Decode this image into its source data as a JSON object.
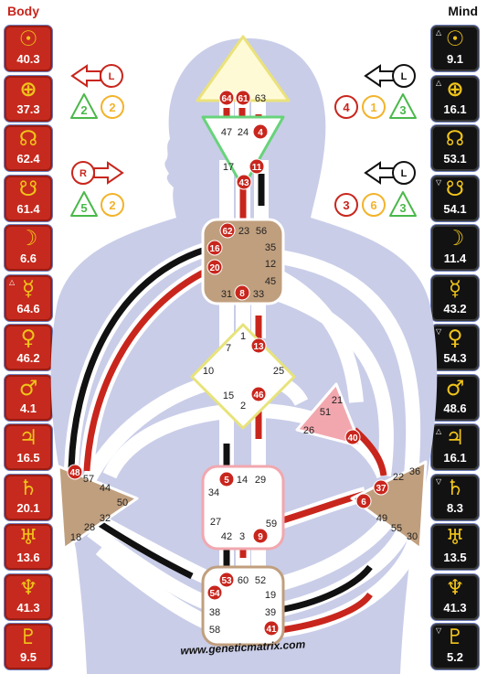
{
  "titles": {
    "body": "Body",
    "mind": "Mind"
  },
  "body_planets": [
    {
      "symbol": "☉",
      "value": "40.3",
      "arrow": ""
    },
    {
      "symbol": "⊕",
      "value": "37.3",
      "arrow": ""
    },
    {
      "symbol": "☊",
      "value": "62.4",
      "arrow": ""
    },
    {
      "symbol": "☋",
      "value": "61.4",
      "arrow": ""
    },
    {
      "symbol": "☽",
      "value": "6.6",
      "arrow": ""
    },
    {
      "symbol": "☿",
      "value": "64.6",
      "arrow": "△"
    },
    {
      "symbol": "♀",
      "value": "46.2",
      "arrow": ""
    },
    {
      "symbol": "♂",
      "value": "4.1",
      "arrow": ""
    },
    {
      "symbol": "♃",
      "value": "16.5",
      "arrow": ""
    },
    {
      "symbol": "♄",
      "value": "20.1",
      "arrow": ""
    },
    {
      "symbol": "♅",
      "value": "13.6",
      "arrow": ""
    },
    {
      "symbol": "♆",
      "value": "41.3",
      "arrow": ""
    },
    {
      "symbol": "♇",
      "value": "9.5",
      "arrow": ""
    }
  ],
  "mind_planets": [
    {
      "symbol": "☉",
      "value": "9.1",
      "arrow": "△"
    },
    {
      "symbol": "⊕",
      "value": "16.1",
      "arrow": "△"
    },
    {
      "symbol": "☊",
      "value": "53.1",
      "arrow": ""
    },
    {
      "symbol": "☋",
      "value": "54.1",
      "arrow": "▽"
    },
    {
      "symbol": "☽",
      "value": "11.4",
      "arrow": ""
    },
    {
      "symbol": "☿",
      "value": "43.2",
      "arrow": ""
    },
    {
      "symbol": "♀",
      "value": "54.3",
      "arrow": "▽"
    },
    {
      "symbol": "♂",
      "value": "48.6",
      "arrow": ""
    },
    {
      "symbol": "♃",
      "value": "16.1",
      "arrow": "△"
    },
    {
      "symbol": "♄",
      "value": "8.3",
      "arrow": "▽"
    },
    {
      "symbol": "♅",
      "value": "13.5",
      "arrow": ""
    },
    {
      "symbol": "♆",
      "value": "41.3",
      "arrow": ""
    },
    {
      "symbol": "♇",
      "value": "5.2",
      "arrow": "▽"
    }
  ],
  "variables": {
    "body_top": {
      "letter": "L",
      "tri": "2",
      "circle": "2"
    },
    "body_bottom": {
      "letter": "R",
      "tri": "5",
      "circle": "2"
    },
    "mind_top": {
      "letter": "L",
      "circle_a": "4",
      "circle_b": "1",
      "tri": "3"
    },
    "mind_bottom": {
      "letter": "L",
      "circle_a": "3",
      "circle_b": "6",
      "tri": "3"
    }
  },
  "gates": {
    "head": [
      "64",
      "61",
      "63"
    ],
    "ajna": [
      "47",
      "24",
      "4",
      "17",
      "11",
      "43"
    ],
    "throat": [
      "62",
      "23",
      "56",
      "16",
      "35",
      "20",
      "12",
      "45",
      "31",
      "8",
      "33"
    ],
    "g": [
      "1",
      "7",
      "13",
      "10",
      "25",
      "15",
      "2",
      "46"
    ],
    "ego": [
      "21",
      "51",
      "26",
      "40"
    ],
    "spleen": [
      "48",
      "57",
      "44",
      "50",
      "32",
      "28",
      "18"
    ],
    "sacral": [
      "5",
      "14",
      "29",
      "34",
      "27",
      "59",
      "42",
      "3",
      "9"
    ],
    "solar": [
      "36",
      "22",
      "37",
      "6",
      "49",
      "55",
      "30"
    ],
    "root": [
      "53",
      "60",
      "52",
      "54",
      "19",
      "38",
      "39",
      "58",
      "41"
    ]
  },
  "watermark": "www.geneticmatrix.com",
  "colors": {
    "body_red": "#c62a1e",
    "mind_black": "#121212",
    "glyph_gold": "#f0c419",
    "silhouette": "#c9cde8",
    "defined_brown": "#c09f7e",
    "ego_pink": "#f2a7ae",
    "head_yellow": "#fffad6",
    "ajna_green": "#67d37a",
    "activation_red": "#c8261d"
  }
}
